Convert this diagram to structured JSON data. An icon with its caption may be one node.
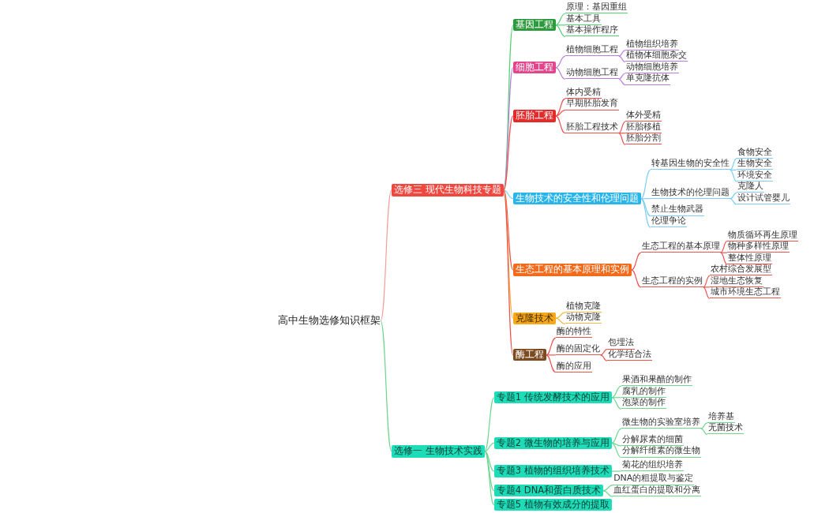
{
  "diagram": {
    "nodes": [
      {
        "text": [
          "高中生物选修知识框架"
        ]
      },
      {
        "text": [
          "选修三 现代生物科技专题"
        ]
      },
      {
        "text": [
          "基因工程"
        ]
      },
      {
        "text": [
          "原理：基因重组"
        ]
      },
      {
        "text": [
          "基本工具"
        ]
      },
      {
        "text": [
          "基本操作程序"
        ]
      },
      {
        "text": [
          "细胞工程"
        ]
      },
      {
        "text": [
          "植物细胞工程"
        ]
      },
      {
        "text": [
          "植物组织培养"
        ]
      },
      {
        "text": [
          "植物体细胞杂交"
        ]
      },
      {
        "text": [
          "动物细胞工程"
        ]
      },
      {
        "text": [
          "动物细胞培养"
        ]
      },
      {
        "text": [
          "单克隆抗体"
        ]
      },
      {
        "text": [
          "胚胎工程"
        ]
      },
      {
        "text": [
          "体内受精"
        ]
      },
      {
        "text": [
          "早期胚胎发育"
        ]
      },
      {
        "text": [
          "胚胎工程技术"
        ]
      },
      {
        "text": [
          "体外受精"
        ]
      },
      {
        "text": [
          "胚胎移植"
        ]
      },
      {
        "text": [
          "胚胎分割"
        ]
      },
      {
        "text": [
          "生物技术的安全性和伦理问题"
        ]
      },
      {
        "text": [
          "转基因生物的安全性"
        ]
      },
      {
        "text": [
          "食物安全"
        ]
      },
      {
        "text": [
          "生物安全"
        ]
      },
      {
        "text": [
          "环境安全"
        ]
      },
      {
        "text": [
          "生物技术的伦理问题"
        ]
      },
      {
        "text": [
          "克隆人"
        ]
      },
      {
        "text": [
          "设计试管婴儿"
        ]
      },
      {
        "text": [
          "禁止生物武器"
        ]
      },
      {
        "text": [
          "伦理争论"
        ]
      },
      {
        "text": [
          "生态工程的基本原理和实例"
        ]
      },
      {
        "text": [
          "生态工程的基本原理"
        ]
      },
      {
        "text": [
          "物质循环再生原理"
        ]
      },
      {
        "text": [
          "物种多样性原理"
        ]
      },
      {
        "text": [
          "整体性原理"
        ]
      },
      {
        "text": [
          "生态工程的实例"
        ]
      },
      {
        "text": [
          "农村综合发展型"
        ]
      },
      {
        "text": [
          "湿地生态恢复"
        ]
      },
      {
        "text": [
          "城市环境生态工程"
        ]
      },
      {
        "text": [
          "克隆技术"
        ]
      },
      {
        "text": [
          "植物克隆"
        ]
      },
      {
        "text": [
          "动物克隆"
        ]
      },
      {
        "text": [
          "酶工程"
        ]
      },
      {
        "text": [
          "酶的特性"
        ]
      },
      {
        "text": [
          "酶的固定化"
        ]
      },
      {
        "text": [
          "包埋法"
        ]
      },
      {
        "text": [
          "化学结合法"
        ]
      },
      {
        "text": [
          "酶的应用"
        ]
      },
      {
        "text": [
          "选修一 生物技术实践"
        ]
      },
      {
        "text": [
          "专题1 传统发酵技术的应用"
        ]
      },
      {
        "text": [
          "果酒和果醋的制作"
        ]
      },
      {
        "text": [
          "腐乳的制作"
        ]
      },
      {
        "text": [
          "泡菜的制作"
        ]
      },
      {
        "text": [
          "专题2 微生物的培养与应用"
        ]
      },
      {
        "text": [
          "微生物的实验室培养"
        ]
      },
      {
        "text": [
          "培养基"
        ]
      },
      {
        "text": [
          "无菌技术"
        ]
      },
      {
        "text": [
          "分解尿素的细菌"
        ]
      },
      {
        "text": [
          "分解纤维素的微生物"
        ]
      },
      {
        "text": [
          "专题3 植物的组织培养技术"
        ]
      },
      {
        "text": [
          "菊花的组织培养"
        ]
      },
      {
        "text": [
          "专题4 DNA和蛋白质技术"
        ]
      },
      {
        "text": [
          "DNA的粗提取与鉴定"
        ]
      },
      {
        "text": [
          "血红蛋白的提取和分离"
        ]
      },
      {
        "text": [
          "专题5 植物有效成分的提取"
        ]
      }
    ],
    "edges": [
      {
        "from": 0,
        "to": 1,
        "arrow": "none",
        "color": "#f4a09a"
      },
      {
        "from": 1,
        "to": 2,
        "arrow": "none",
        "color": "#52d273"
      },
      {
        "from": 2,
        "to": 3,
        "arrow": "none",
        "color": "#52d273"
      },
      {
        "from": 2,
        "to": 4,
        "arrow": "none",
        "color": "#52d273"
      },
      {
        "from": 2,
        "to": 5,
        "arrow": "none",
        "color": "#52d273"
      },
      {
        "from": 1,
        "to": 6,
        "arrow": "none",
        "color": "#b77fdb"
      },
      {
        "from": 6,
        "to": 7,
        "arrow": "none",
        "color": "#b77fdb"
      },
      {
        "from": 7,
        "to": 8,
        "arrow": "none",
        "color": "#b77fdb"
      },
      {
        "from": 7,
        "to": 9,
        "arrow": "none",
        "color": "#b77fdb"
      },
      {
        "from": 6,
        "to": 10,
        "arrow": "none",
        "color": "#b77fdb"
      },
      {
        "from": 10,
        "to": 11,
        "arrow": "none",
        "color": "#b77fdb"
      },
      {
        "from": 10,
        "to": 12,
        "arrow": "none",
        "color": "#b77fdb"
      },
      {
        "from": 1,
        "to": 13,
        "arrow": "none"
      },
      {
        "from": 13,
        "to": 14,
        "arrow": "none"
      },
      {
        "from": 13,
        "to": 15,
        "arrow": "none"
      },
      {
        "from": 13,
        "to": 16,
        "arrow": "none"
      },
      {
        "from": 16,
        "to": 17,
        "arrow": "none"
      },
      {
        "from": 16,
        "to": 18,
        "arrow": "none"
      },
      {
        "from": 16,
        "to": 19,
        "arrow": "none"
      },
      {
        "from": 1,
        "to": 20,
        "arrow": "none",
        "color": "#7ccff2"
      },
      {
        "from": 20,
        "to": 21,
        "arrow": "none",
        "color": "#7ccff2"
      },
      {
        "from": 21,
        "to": 22,
        "arrow": "none",
        "color": "#7ccff2"
      },
      {
        "from": 21,
        "to": 23,
        "arrow": "none",
        "color": "#7ccff2"
      },
      {
        "from": 21,
        "to": 24,
        "arrow": "none",
        "color": "#7ccff2"
      },
      {
        "from": 20,
        "to": 25,
        "arrow": "none",
        "color": "#7ccff2"
      },
      {
        "from": 25,
        "to": 26,
        "arrow": "none",
        "color": "#7ccff2"
      },
      {
        "from": 25,
        "to": 27,
        "arrow": "none",
        "color": "#7ccff2"
      },
      {
        "from": 20,
        "to": 28,
        "arrow": "none",
        "color": "#7ccff2"
      },
      {
        "from": 20,
        "to": 29,
        "arrow": "none",
        "color": "#7ccff2"
      },
      {
        "from": 1,
        "to": 30,
        "arrow": "none"
      },
      {
        "from": 30,
        "to": 31,
        "arrow": "none"
      },
      {
        "from": 31,
        "to": 32,
        "arrow": "none"
      },
      {
        "from": 31,
        "to": 33,
        "arrow": "none"
      },
      {
        "from": 31,
        "to": 34,
        "arrow": "none"
      },
      {
        "from": 30,
        "to": 35,
        "arrow": "none"
      },
      {
        "from": 35,
        "to": 36,
        "arrow": "none"
      },
      {
        "from": 35,
        "to": 37,
        "arrow": "none"
      },
      {
        "from": 35,
        "to": 38,
        "arrow": "none"
      },
      {
        "from": 1,
        "to": 39,
        "arrow": "none",
        "color": "#f5b83d"
      },
      {
        "from": 39,
        "to": 40,
        "arrow": "none",
        "color": "#f5b83d"
      },
      {
        "from": 39,
        "to": 41,
        "arrow": "none",
        "color": "#f5b83d"
      },
      {
        "from": 1,
        "to": 42,
        "arrow": "none"
      },
      {
        "from": 42,
        "to": 43,
        "arrow": "none"
      },
      {
        "from": 42,
        "to": 44,
        "arrow": "none"
      },
      {
        "from": 44,
        "to": 45,
        "arrow": "none"
      },
      {
        "from": 44,
        "to": 46,
        "arrow": "none"
      },
      {
        "from": 42,
        "to": 47,
        "arrow": "none"
      },
      {
        "from": 0,
        "to": 48,
        "arrow": "none",
        "color": "#6fd68f"
      },
      {
        "from": 48,
        "to": 49,
        "arrow": "none",
        "color": "#6fd68f"
      },
      {
        "from": 49,
        "to": 50,
        "arrow": "none",
        "color": "#6fd68f"
      },
      {
        "from": 49,
        "to": 51,
        "arrow": "none",
        "color": "#6fd68f"
      },
      {
        "from": 49,
        "to": 52,
        "arrow": "none",
        "color": "#6fd68f"
      },
      {
        "from": 48,
        "to": 53,
        "arrow": "none",
        "color": "#6fd68f"
      },
      {
        "from": 53,
        "to": 54,
        "arrow": "none",
        "color": "#6fd68f"
      },
      {
        "from": 54,
        "to": 55,
        "arrow": "none",
        "color": "#6fd68f"
      },
      {
        "from": 54,
        "to": 56,
        "arrow": "none",
        "color": "#6fd68f"
      },
      {
        "from": 53,
        "to": 57,
        "arrow": "none",
        "color": "#6fd68f"
      },
      {
        "from": 53,
        "to": 58,
        "arrow": "none",
        "color": "#6fd68f"
      },
      {
        "from": 48,
        "to": 59,
        "arrow": "none",
        "color": "#6fd68f"
      },
      {
        "from": 59,
        "to": 60,
        "arrow": "none",
        "color": "#6fd68f"
      },
      {
        "from": 48,
        "to": 61,
        "arrow": "none",
        "color": "#6fd68f"
      },
      {
        "from": 61,
        "to": 62,
        "arrow": "none",
        "color": "#6fd68f"
      },
      {
        "from": 61,
        "to": 63,
        "arrow": "none",
        "color": "#6fd68f"
      },
      {
        "from": 48,
        "to": 64,
        "arrow": "none",
        "color": "#6fd68f"
      }
    ]
  }
}
